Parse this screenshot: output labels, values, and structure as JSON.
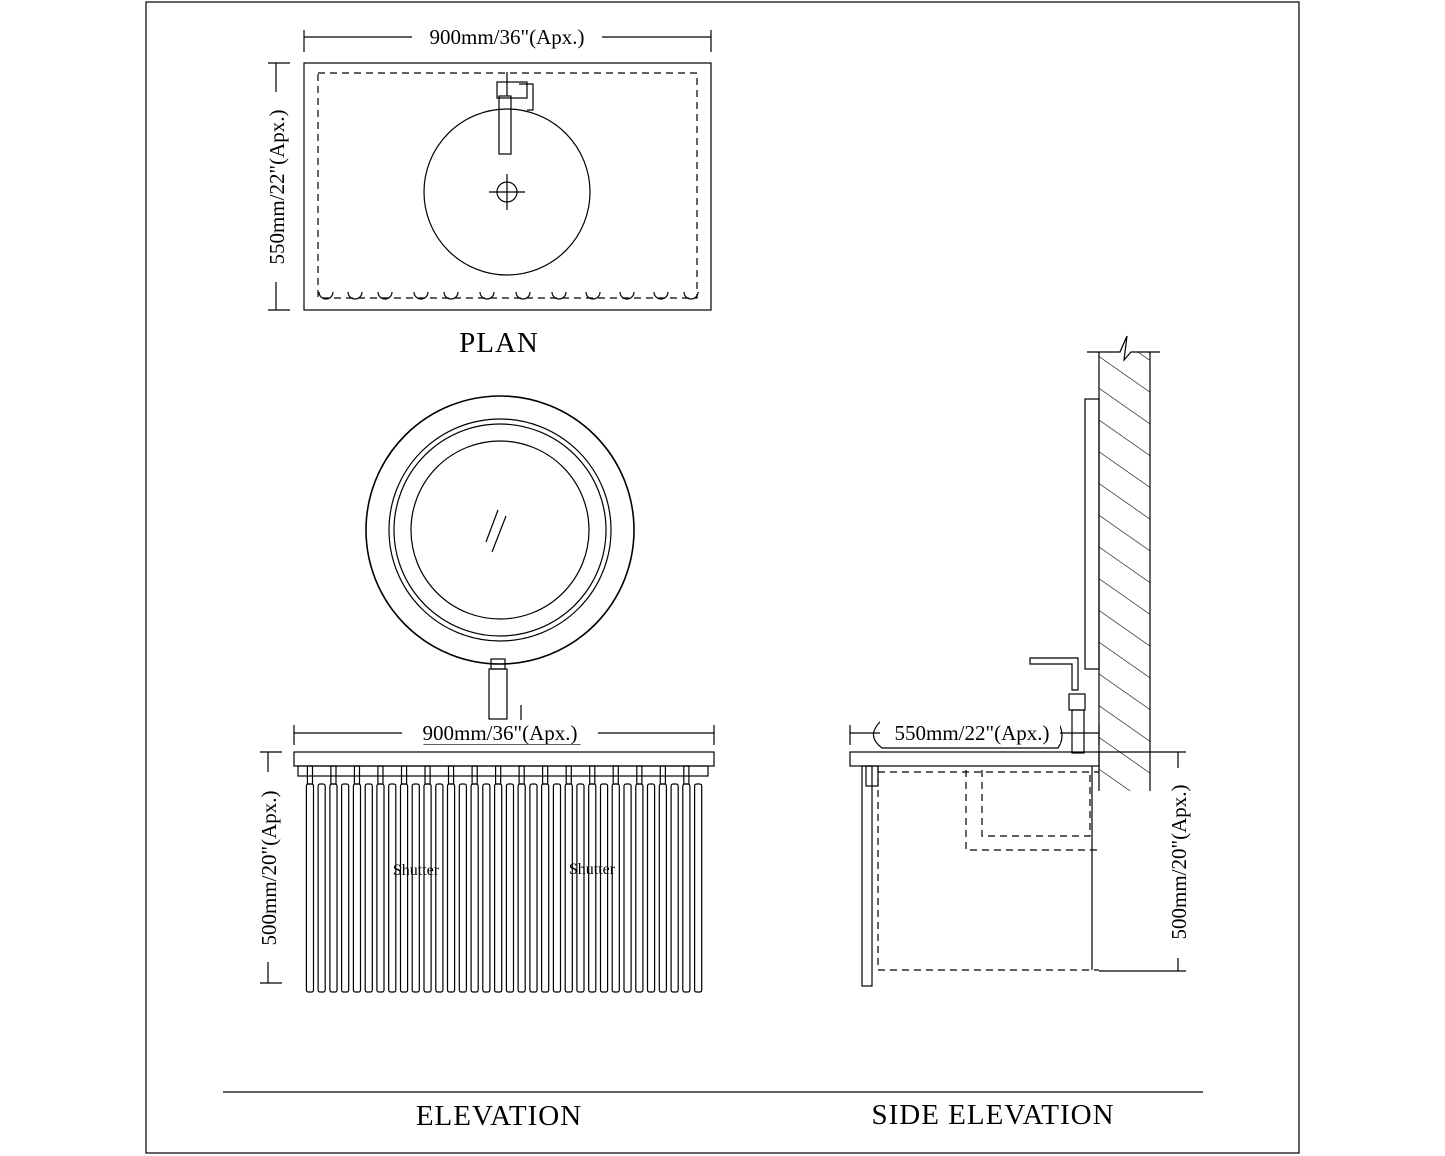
{
  "plan": {
    "title": "PLAN",
    "width_dim": "900mm/36\"(Apx.)",
    "depth_dim": "550mm/22\"(Apx.)"
  },
  "elevation": {
    "title": "ELEVATION",
    "width_dim": "900mm/36\"(Apx.)",
    "height_dim": "500mm/20\"(Apx.)",
    "shutter_left": "Shutter",
    "shutter_right": "Shutter"
  },
  "side_elevation": {
    "title": "SIDE ELEVATION",
    "depth_dim": "550mm/22\"(Apx.)",
    "height_dim": "500mm/20\"(Apx.)"
  }
}
